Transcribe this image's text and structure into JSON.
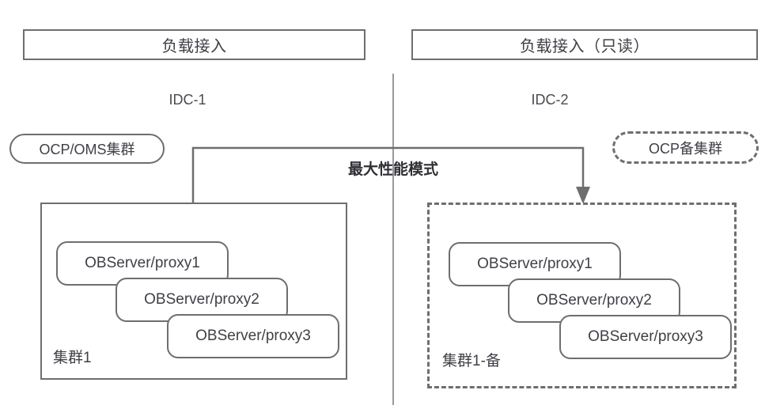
{
  "diagram": {
    "headers": {
      "left": "负载接入",
      "right": "负载接入（只读）"
    },
    "zones": {
      "left": "IDC-1",
      "right": "IDC-2"
    },
    "pills": {
      "primary": "OCP/OMS集群",
      "standby": "OCP备集群"
    },
    "replication": {
      "label": "最大性能模式",
      "direction": "left-to-right",
      "arrow_icon": "arrow-down-icon"
    },
    "clusters": [
      {
        "name": "集群1",
        "style": "solid",
        "nodes": [
          "OBServer/proxy1",
          "OBServer/proxy2",
          "OBServer/proxy3"
        ]
      },
      {
        "name": "集群1-备",
        "style": "dashed",
        "nodes": [
          "OBServer/proxy1",
          "OBServer/proxy2",
          "OBServer/proxy3"
        ]
      }
    ],
    "colors": {
      "stroke": "#6e6e6e",
      "divider": "#9a9a9a",
      "text": "#3f3f46",
      "emphasis": "#2f2f35"
    }
  }
}
